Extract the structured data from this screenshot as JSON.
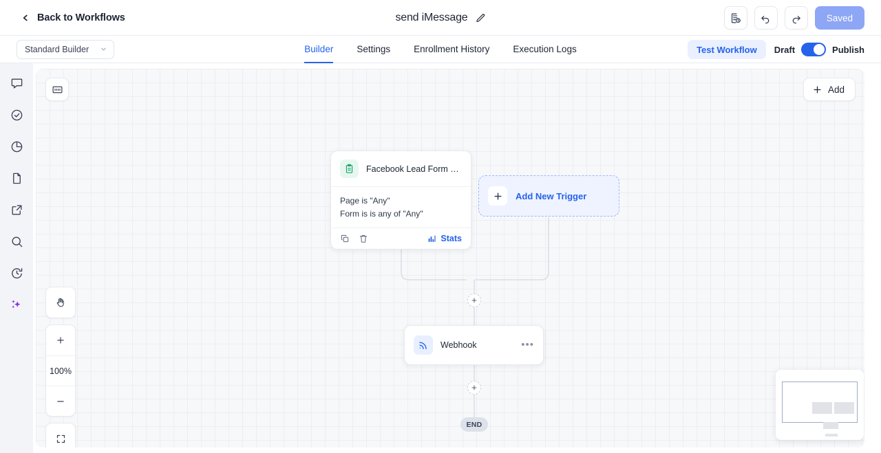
{
  "header": {
    "back_label": "Back to Workflows",
    "back_icon": "chevron-left-icon",
    "title": "send iMessage",
    "edit_icon": "pencil-icon",
    "actions": [
      {
        "name": "version-history-button",
        "icon": "document-clock-icon"
      },
      {
        "name": "undo-button",
        "icon": "undo-arrow-icon"
      },
      {
        "name": "redo-button",
        "icon": "redo-arrow-icon"
      }
    ],
    "save_status": "Saved",
    "save_status_color": "#8da6f5"
  },
  "subbar": {
    "builder_select": {
      "value": "Standard Builder",
      "icon": "chevron-down-icon"
    },
    "tabs": [
      {
        "label": "Builder",
        "active": true
      },
      {
        "label": "Settings",
        "active": false
      },
      {
        "label": "Enrollment History",
        "active": false
      },
      {
        "label": "Execution Logs",
        "active": false
      }
    ],
    "test_workflow_label": "Test Workflow",
    "draft_label": "Draft",
    "publish_label": "Publish",
    "toggle_on": true,
    "accent_color": "#2563eb"
  },
  "sidebar": {
    "items": [
      {
        "name": "sidebar-item-comments",
        "icon": "chat-bubble-icon"
      },
      {
        "name": "sidebar-item-tasks",
        "icon": "check-circle-icon"
      },
      {
        "name": "sidebar-item-analytics",
        "icon": "pie-chart-icon"
      },
      {
        "name": "sidebar-item-notes",
        "icon": "file-icon"
      },
      {
        "name": "sidebar-item-open-external",
        "icon": "external-link-icon"
      },
      {
        "name": "sidebar-item-search",
        "icon": "search-icon"
      },
      {
        "name": "sidebar-item-history",
        "icon": "clock-history-icon"
      },
      {
        "name": "sidebar-item-ai",
        "icon": "sparkles-icon",
        "accent": "#8b2fe0"
      }
    ]
  },
  "canvas": {
    "layout_toggle_icon": "minimap-panel-icon",
    "add_button": {
      "label": "Add",
      "icon": "plus-icon"
    },
    "zoom": {
      "pan_icon": "hand-icon",
      "zoom_in_icon": "plus-icon",
      "level": "100%",
      "zoom_out_icon": "minus-icon",
      "fit_icon": "fit-screen-icon"
    },
    "nodes": {
      "trigger": {
        "icon": "clipboard-icon",
        "icon_color": "#16a36d",
        "title": "Facebook Lead Form Submi...",
        "conditions": [
          "Page is \"Any\"",
          "Form is is any of \"Any\""
        ],
        "copy_icon": "copy-icon",
        "delete_icon": "trash-icon",
        "stats_icon": "bar-chart-icon",
        "stats_label": "Stats"
      },
      "add_trigger": {
        "icon": "plus-icon",
        "label": "Add New Trigger"
      },
      "action": {
        "icon": "rss-webhook-icon",
        "icon_color": "#2563eb",
        "title": "Webhook",
        "menu_icon": "ellipsis-icon",
        "menu_label": "•••"
      },
      "junction_plus_1": {
        "icon": "plus-icon"
      },
      "junction_plus_2": {
        "icon": "plus-icon"
      },
      "end": {
        "label": "END"
      }
    },
    "minimap": {
      "name": "canvas-minimap"
    }
  }
}
